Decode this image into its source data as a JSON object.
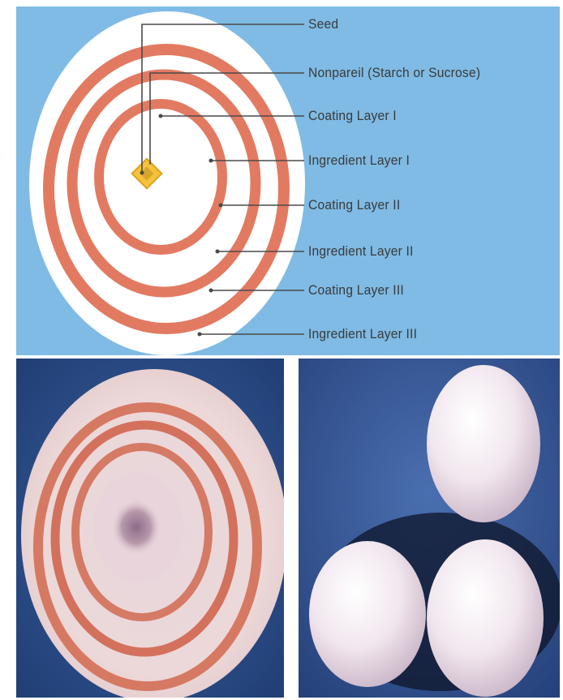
{
  "diagram": {
    "labels": [
      "Seed",
      "Nonpareil (Starch or Sucrose)",
      "Coating Layer I",
      "Ingredient Layer I",
      "Coating Layer II",
      "Ingredient Layer II",
      "Coating Layer III",
      "Ingredient Layer III"
    ]
  },
  "colors": {
    "background_blue": "#7fbbe4",
    "pellet_white": "#ffffff",
    "coating_red": "#e27a62",
    "seed_yellow": "#f4c33a",
    "leader_line": "#4a4a4a",
    "photo_blue_dark": "#2a4a82"
  }
}
